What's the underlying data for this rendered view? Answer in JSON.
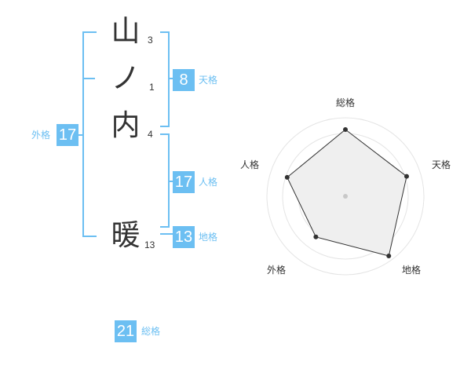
{
  "name": {
    "chars": [
      {
        "char": "山",
        "strokes": "3"
      },
      {
        "char": "ノ",
        "strokes": "1"
      },
      {
        "char": "内",
        "strokes": "4"
      },
      {
        "char": "暖",
        "strokes": "13"
      }
    ]
  },
  "kaku": {
    "tenkaku": {
      "value": "8",
      "label": "天格"
    },
    "jinkaku": {
      "value": "17",
      "label": "人格"
    },
    "chikaku": {
      "value": "13",
      "label": "地格"
    },
    "gaikaku": {
      "value": "17",
      "label": "外格"
    },
    "soukaku": {
      "value": "21",
      "label": "総格"
    }
  },
  "radar": {
    "axis_labels": [
      "総格",
      "天格",
      "地格",
      "外格",
      "人格"
    ],
    "values": [
      0.85,
      0.82,
      0.94,
      0.64,
      0.78
    ],
    "colors": {
      "fill": "#efefef",
      "stroke": "#333333",
      "rings": "#e4e4e4",
      "center": "#c8c8c8"
    }
  },
  "colors": {
    "accent": "#6cbff2",
    "text": "#333333"
  }
}
